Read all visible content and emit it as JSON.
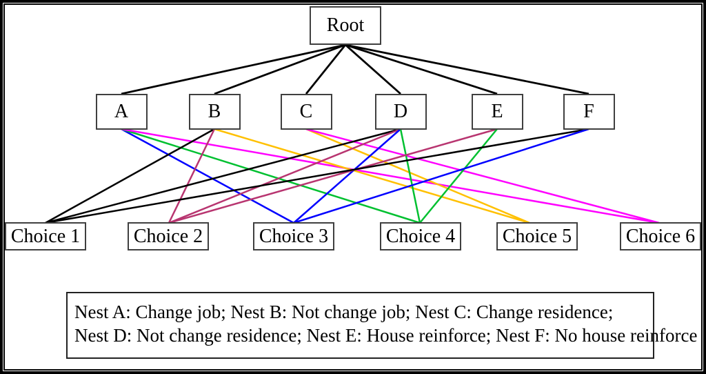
{
  "diagram": {
    "root": {
      "label": "Root"
    },
    "nests": [
      {
        "id": "A",
        "label": "A"
      },
      {
        "id": "B",
        "label": "B"
      },
      {
        "id": "C",
        "label": "C"
      },
      {
        "id": "D",
        "label": "D"
      },
      {
        "id": "E",
        "label": "E"
      },
      {
        "id": "F",
        "label": "F"
      }
    ],
    "choices": [
      {
        "id": "1",
        "label": "Choice 1"
      },
      {
        "id": "2",
        "label": "Choice 2"
      },
      {
        "id": "3",
        "label": "Choice 3"
      },
      {
        "id": "4",
        "label": "Choice 4"
      },
      {
        "id": "5",
        "label": "Choice 5"
      },
      {
        "id": "6",
        "label": "Choice 6"
      }
    ],
    "root_edges": [
      "A",
      "B",
      "C",
      "D",
      "E",
      "F"
    ],
    "nest_choice_edges": [
      {
        "from": "A",
        "to": "3",
        "color": "blue"
      },
      {
        "from": "A",
        "to": "4",
        "color": "green"
      },
      {
        "from": "A",
        "to": "6",
        "color": "magenta"
      },
      {
        "from": "B",
        "to": "1",
        "color": "black"
      },
      {
        "from": "B",
        "to": "2",
        "color": "crimson"
      },
      {
        "from": "B",
        "to": "5",
        "color": "yellow"
      },
      {
        "from": "C",
        "to": "5",
        "color": "yellow"
      },
      {
        "from": "C",
        "to": "6",
        "color": "magenta"
      },
      {
        "from": "D",
        "to": "1",
        "color": "black"
      },
      {
        "from": "D",
        "to": "2",
        "color": "crimson"
      },
      {
        "from": "D",
        "to": "3",
        "color": "blue"
      },
      {
        "from": "D",
        "to": "4",
        "color": "green"
      },
      {
        "from": "E",
        "to": "2",
        "color": "crimson"
      },
      {
        "from": "E",
        "to": "4",
        "color": "green"
      },
      {
        "from": "F",
        "to": "1",
        "color": "black"
      },
      {
        "from": "F",
        "to": "3",
        "color": "blue"
      }
    ],
    "colors": {
      "black": "#000000",
      "crimson": "#b83570",
      "blue": "#0000ff",
      "green": "#00c030",
      "yellow": "#ffc000",
      "magenta": "#ff00ff"
    }
  },
  "legend": {
    "line1": "Nest A: Change job; Nest B: Not change job; Nest C: Change residence;",
    "line2": "Nest D: Not change residence; Nest E: House reinforce; Nest F: No house reinforce"
  }
}
